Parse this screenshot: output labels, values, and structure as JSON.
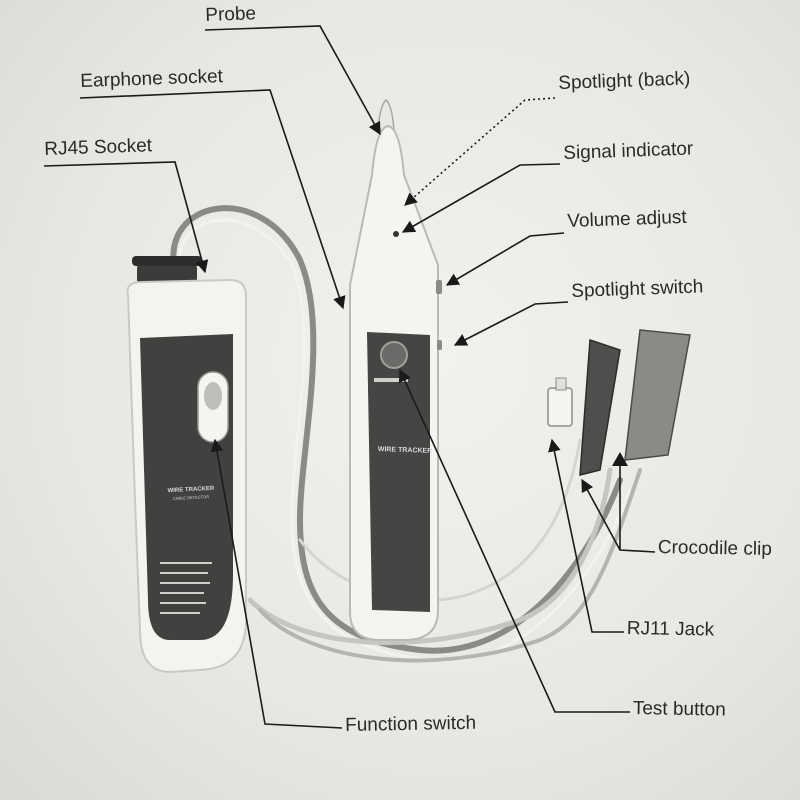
{
  "labels": {
    "probe": "Probe",
    "earphone_socket": "Earphone socket",
    "rj45_socket": "RJ45 Socket",
    "spotlight_back": "Spotlight (back)",
    "signal_indicator": "Signal indicator",
    "volume_adjust": "Volume adjust",
    "spotlight_switch": "Spotlight switch",
    "crocodile_clip": "Crocodile clip",
    "rj11_jack": "RJ11 Jack",
    "test_button": "Test button",
    "function_switch": "Function switch"
  },
  "device": {
    "transmitter_text": "WIRE TRACKER",
    "transmitter_subtext": "CABLE DETECTOR",
    "probe_text": "WIRE TRACKER"
  },
  "colors": {
    "background": "#e9eae6",
    "device_body": "#f4f4f0",
    "device_panel": "#434441",
    "line": "#1a1a1a"
  }
}
